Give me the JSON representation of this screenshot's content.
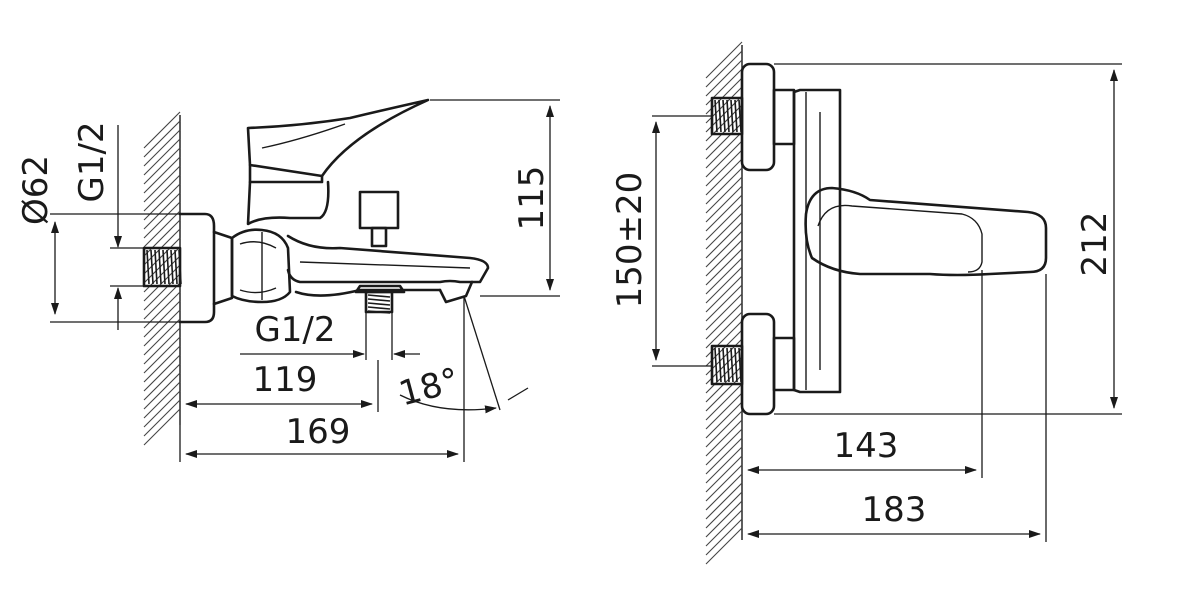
{
  "side_view": {
    "labels": {
      "diameter": "Ø62",
      "wall_thread": "G1/2",
      "height": "115",
      "outlet_thread": "G1/2",
      "outlet_distance": "119",
      "depth": "169",
      "angle": "18°"
    }
  },
  "front_view": {
    "labels": {
      "spacing": "150±20",
      "height": "212",
      "handle_length": "143",
      "overall_width": "183"
    }
  },
  "colors": {
    "line": "#1a1a1a",
    "background": "#ffffff"
  }
}
